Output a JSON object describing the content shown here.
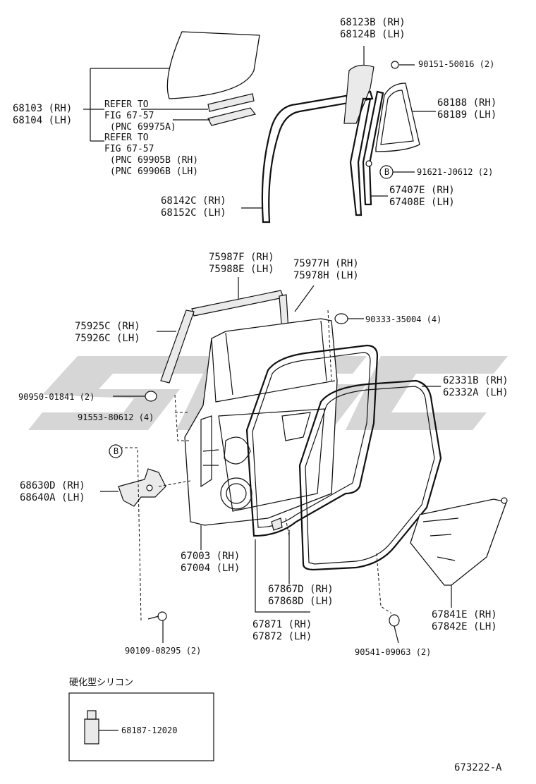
{
  "parts": {
    "glass_rear": [
      "68103 (RH)",
      "68104 (LH)"
    ],
    "refer_1": [
      "REFER TO",
      "FIG 67-57",
      " (PNC 69975A)"
    ],
    "refer_2": [
      "REFER TO",
      "FIG 67-57",
      " (PNC 69905B (RH)",
      " (PNC 69906B (LH)"
    ],
    "run_channel_upper": [
      "68123B (RH)",
      "68124B (LH)"
    ],
    "screw_top": "90151-50016 (2)",
    "quarter_glass": [
      "68188 (RH)",
      "68189 (LH)"
    ],
    "clip_b_top": "91621-J0612 (2)",
    "division_bar": [
      "67407E (RH)",
      "67408E (LH)"
    ],
    "run_channel": [
      "68142C (RH)",
      "68152C (LH)"
    ],
    "moulding_upper": [
      "75987F (RH)",
      "75988E (LH)"
    ],
    "moulding_rear": [
      "75977H (RH)",
      "75978H (LH)"
    ],
    "plug_top": "90333-35004 (4)",
    "moulding_front": [
      "75925C (RH)",
      "75926C (LH)"
    ],
    "weatherstrip": [
      "62331B (RH)",
      "62332A (LH)"
    ],
    "plug_left": "90950-01841 (2)",
    "bolt_left": "91553-80612 (4)",
    "hinge": [
      "68630D (RH)",
      "68640A (LH)"
    ],
    "door_panel": [
      "67003 (RH)",
      "67004 (LH)"
    ],
    "service_hole_cover": [
      "67841E (RH)",
      "67842E (LH)"
    ],
    "clip_center": [
      "67867D (RH)",
      "67868D (LH)"
    ],
    "weatherstrip_inner": [
      "67871 (RH)",
      "67872 (LH)"
    ],
    "bolt_bottom": "90109-08295 (2)",
    "plug_bottom": "90541-09063 (2)"
  },
  "marker_b": "B",
  "silicone": {
    "title": "硬化型シリコン",
    "part": "68187-12020"
  },
  "figure_id": "673222-A"
}
